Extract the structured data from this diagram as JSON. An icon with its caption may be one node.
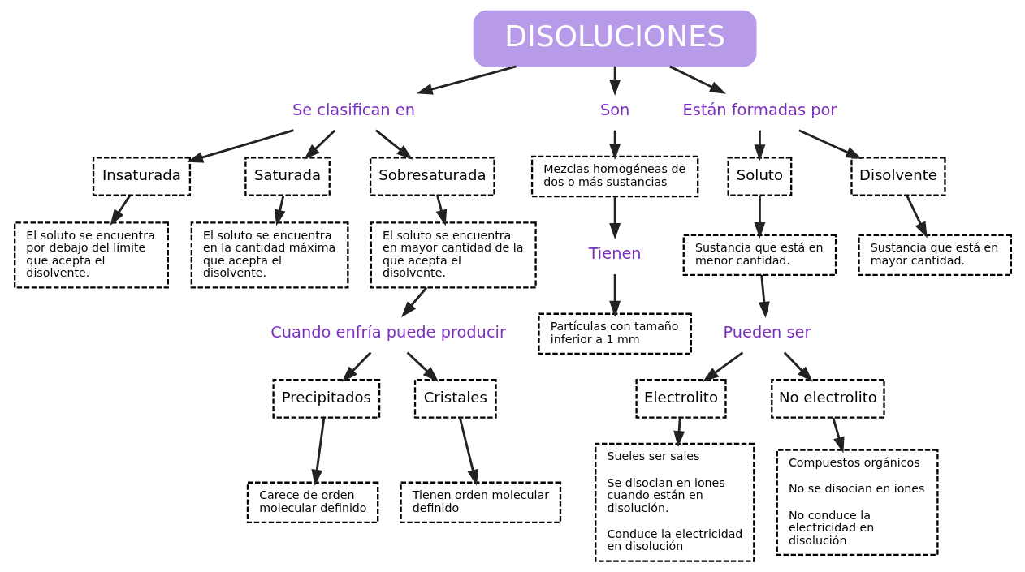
{
  "diagram": {
    "nodes": [
      {
        "text": [
          "DISOLUCIONES"
        ]
      },
      {
        "text": [
          "Se clasifican en"
        ]
      },
      {
        "text": [
          "Son"
        ]
      },
      {
        "text": [
          "Están formadas por"
        ]
      },
      {
        "text": [
          "Insaturada"
        ]
      },
      {
        "text": [
          "Saturada"
        ]
      },
      {
        "text": [
          "Sobresaturada"
        ]
      },
      {
        "text": [
          "Soluto"
        ]
      },
      {
        "text": [
          "Disolvente"
        ]
      },
      {
        "text": [
          "El soluto se encuentra por debajo del límite que acepta el disolvente."
        ]
      },
      {
        "text": [
          "El soluto se encuentra en la cantidad máxima que acepta el disolvente."
        ]
      },
      {
        "text": [
          "El soluto se encuentra en mayor cantidad de la que acepta el disolvente."
        ]
      },
      {
        "text": [
          "Mezclas homogéneas de dos o más sustancias"
        ]
      },
      {
        "text": [
          "Sustancia que está en menor cantidad."
        ]
      },
      {
        "text": [
          "Sustancia que está en mayor cantidad."
        ]
      },
      {
        "text": [
          "Tienen"
        ]
      },
      {
        "text": [
          "Pueden ser"
        ]
      },
      {
        "text": [
          "Cuando enfría puede producir"
        ]
      },
      {
        "text": [
          "Partículas con tamaño inferior a 1 mm"
        ]
      },
      {
        "text": [
          "Electrolito"
        ]
      },
      {
        "text": [
          "No electrolito"
        ]
      },
      {
        "text": [
          "Precipitados"
        ]
      },
      {
        "text": [
          "Cristales"
        ]
      },
      {
        "text": [
          "Sueles ser sales",
          "Se disocian en iones cuando están en disolución.",
          "Conduce la electricidad en disolución"
        ]
      },
      {
        "text": [
          "Compuestos orgánicos",
          "No se disocian en iones",
          "No conduce la electricidad en disolución"
        ]
      },
      {
        "text": [
          "Carece de orden molecular definido"
        ]
      },
      {
        "text": [
          "Tienen orden molecular definido"
        ]
      }
    ],
    "edges": [
      {
        "from": 0,
        "to": 1,
        "arrow": "to"
      },
      {
        "from": 0,
        "to": 2,
        "arrow": "to"
      },
      {
        "from": 0,
        "to": 3,
        "arrow": "to"
      },
      {
        "from": 1,
        "to": 4,
        "arrow": "to"
      },
      {
        "from": 1,
        "to": 5,
        "arrow": "to"
      },
      {
        "from": 1,
        "to": 6,
        "arrow": "to"
      },
      {
        "from": 3,
        "to": 7,
        "arrow": "to"
      },
      {
        "from": 3,
        "to": 8,
        "arrow": "to"
      },
      {
        "from": 4,
        "to": 9,
        "arrow": "to"
      },
      {
        "from": 5,
        "to": 10,
        "arrow": "to"
      },
      {
        "from": 6,
        "to": 11,
        "arrow": "to"
      },
      {
        "from": 2,
        "to": 12,
        "arrow": "to"
      },
      {
        "from": 7,
        "to": 13,
        "arrow": "to"
      },
      {
        "from": 8,
        "to": 14,
        "arrow": "to"
      },
      {
        "from": 12,
        "to": 15,
        "arrow": "to"
      },
      {
        "from": 13,
        "to": 16,
        "arrow": "to"
      },
      {
        "from": 11,
        "to": 17,
        "arrow": "to"
      },
      {
        "from": 15,
        "to": 18,
        "arrow": "to"
      },
      {
        "from": 16,
        "to": 19,
        "arrow": "to"
      },
      {
        "from": 16,
        "to": 20,
        "arrow": "to"
      },
      {
        "from": 17,
        "to": 21,
        "arrow": "to"
      },
      {
        "from": 17,
        "to": 22,
        "arrow": "to"
      },
      {
        "from": 19,
        "to": 23,
        "arrow": "to"
      },
      {
        "from": 20,
        "to": 24,
        "arrow": "to"
      },
      {
        "from": 21,
        "to": 25,
        "arrow": "to"
      },
      {
        "from": 22,
        "to": 26,
        "arrow": "to"
      }
    ]
  }
}
